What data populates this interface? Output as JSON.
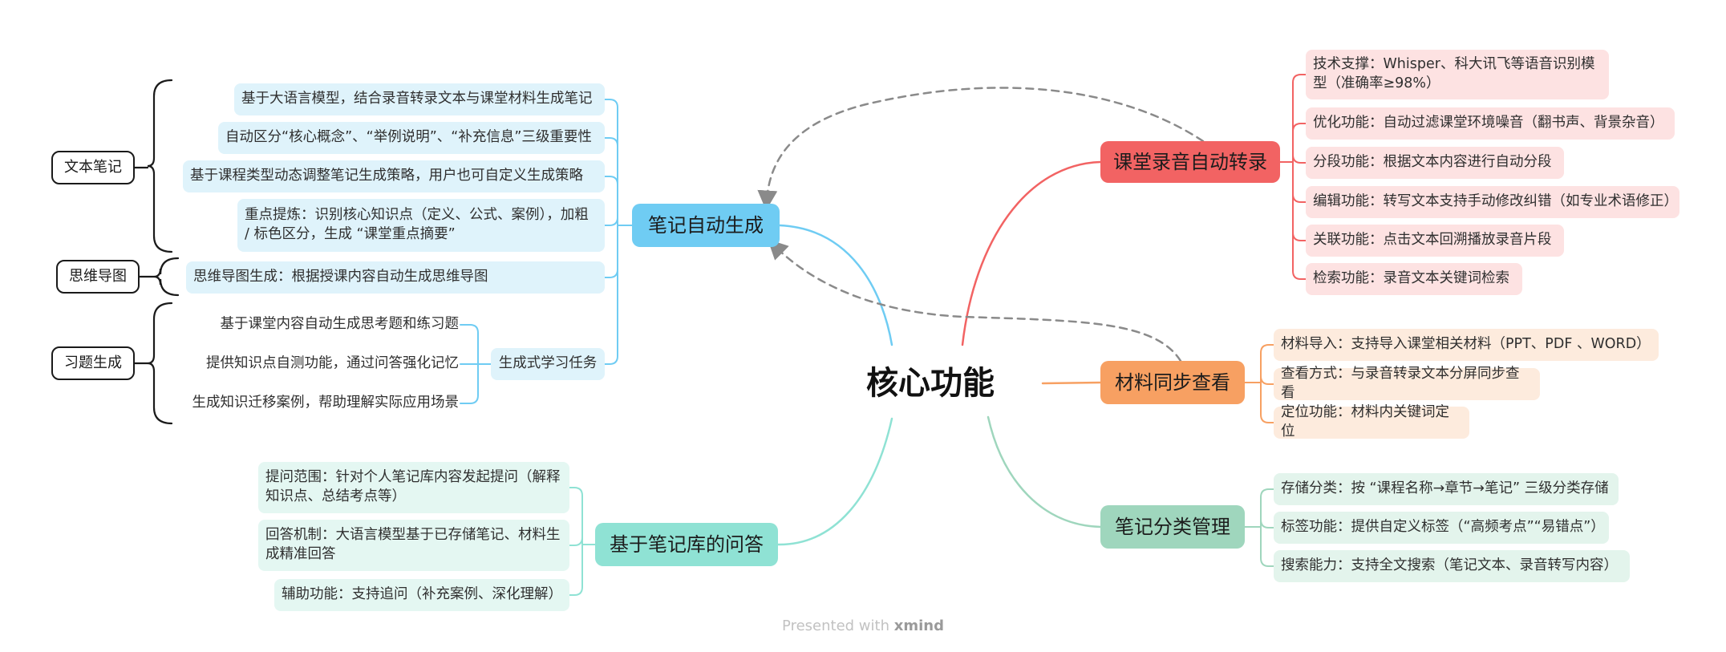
{
  "center": {
    "title": "核心功能"
  },
  "colors": {
    "red": "#f26363",
    "orange": "#f7a062",
    "green": "#9fd6bd",
    "blue": "#6fccf3",
    "teal": "#8fe2d4",
    "dashed": "#8a8a8a"
  },
  "branches": {
    "transcription": {
      "title": "课堂录音自动转录",
      "items": [
        "技术支撑：Whisper、科大讯飞等语音识别模型（准确率≥98%）",
        "优化功能：自动过滤课堂环境噪音（翻书声、背景杂音）",
        "分段功能：根据文本内容进行自动分段",
        "编辑功能：转写文本支持手动修改纠错（如专业术语修正）",
        "关联功能：点击文本回溯播放录音片段",
        "检索功能：录音文本关键词检索"
      ]
    },
    "materials": {
      "title": "材料同步查看",
      "items": [
        "材料导入：支持导入课堂相关材料（PPT、PDF 、WORD）",
        "查看方式：与录音转录文本分屏同步查看",
        "定位功能：材料内关键词定位"
      ]
    },
    "classification": {
      "title": "笔记分类管理",
      "items": [
        "存储分类：按 “课程名称→章节→笔记” 三级分类存储",
        "标签功能：提供自定义标签（“高频考点”“易错点”）",
        "搜索能力：支持全文搜索（笔记文本、录音转写内容）"
      ]
    },
    "notes": {
      "title": "笔记自动生成",
      "items": [
        "基于大语言模型，结合录音转录文本与课堂材料生成笔记",
        "自动区分“核心概念”、“举例说明”、“补充信息”三级重要性",
        "基于课程类型动态调整笔记生成策略，用户也可自定义生成策略",
        "重点提炼：识别核心知识点（定义、公式、案例），加粗 / 标色区分，生成 “课堂重点摘要”",
        "思维导图生成：根据授课内容自动生成思维导图"
      ],
      "task": {
        "title": "生成式学习任务",
        "items": [
          "基于课堂内容自动生成思考题和练习题",
          "提供知识点自测功能，通过问答强化记忆",
          "生成知识迁移案例，帮助理解实际应用场景"
        ]
      },
      "groups": [
        "文本笔记",
        "思维导图",
        "习题生成"
      ]
    },
    "qa": {
      "title": "基于笔记库的问答",
      "items": [
        "提问范围：针对个人笔记库内容发起提问（解释知识点、总结考点等）",
        "回答机制：大语言模型基于已存储笔记、材料生成精准回答",
        "辅助功能：支持追问（补充案例、深化理解）"
      ]
    }
  },
  "footer": {
    "prefix": "Presented with",
    "brand": "xmind"
  }
}
